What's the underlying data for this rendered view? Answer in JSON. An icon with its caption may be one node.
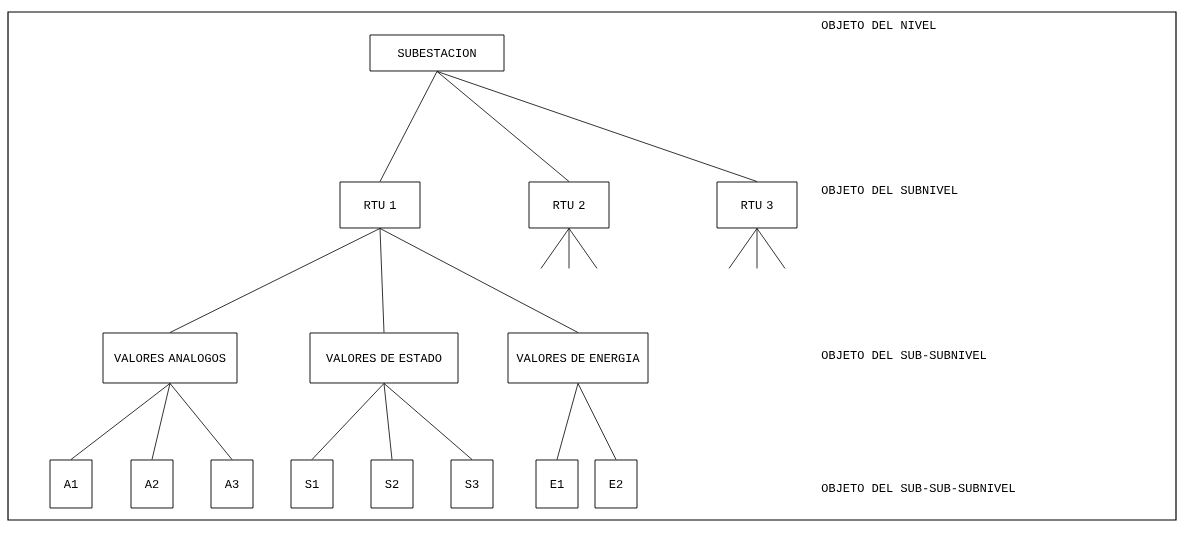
{
  "diagram": {
    "nodes": [
      {
        "text": [
          "SUBESTACION"
        ]
      },
      {
        "text": [
          "RTU 1"
        ]
      },
      {
        "text": [
          "RTU 2"
        ]
      },
      {
        "text": [
          "RTU 3"
        ]
      },
      {
        "text": [
          "VALORES ANALOGOS"
        ]
      },
      {
        "text": [
          "VALORES DE ESTADO"
        ]
      },
      {
        "text": [
          "VALORES DE ENERGIA"
        ]
      },
      {
        "text": [
          "A1"
        ]
      },
      {
        "text": [
          "A2"
        ]
      },
      {
        "text": [
          "A3"
        ]
      },
      {
        "text": [
          "S1"
        ]
      },
      {
        "text": [
          "S2"
        ]
      },
      {
        "text": [
          "S3"
        ]
      },
      {
        "text": [
          "E1"
        ]
      },
      {
        "text": [
          "E2"
        ]
      }
    ],
    "edges": [
      {
        "from": 0,
        "to": 1,
        "arrow": "none"
      },
      {
        "from": 0,
        "to": 2,
        "arrow": "none"
      },
      {
        "from": 0,
        "to": 3,
        "arrow": "none"
      },
      {
        "from": 1,
        "to": 4,
        "arrow": "none"
      },
      {
        "from": 1,
        "to": 5,
        "arrow": "none"
      },
      {
        "from": 1,
        "to": 6,
        "arrow": "none"
      },
      {
        "from": 4,
        "to": 7,
        "arrow": "none"
      },
      {
        "from": 4,
        "to": 8,
        "arrow": "none"
      },
      {
        "from": 4,
        "to": 9,
        "arrow": "none"
      },
      {
        "from": 5,
        "to": 10,
        "arrow": "none"
      },
      {
        "from": 5,
        "to": 11,
        "arrow": "none"
      },
      {
        "from": 5,
        "to": 12,
        "arrow": "none"
      },
      {
        "from": 6,
        "to": 13,
        "arrow": "none"
      },
      {
        "from": 6,
        "to": 14,
        "arrow": "none"
      },
      {
        "from": 2,
        "to": null,
        "arrow": "none"
      },
      {
        "from": 2,
        "to": null,
        "arrow": "none"
      },
      {
        "from": 2,
        "to": null,
        "arrow": "none"
      },
      {
        "from": 3,
        "to": null,
        "arrow": "none"
      },
      {
        "from": 3,
        "to": null,
        "arrow": "none"
      },
      {
        "from": 3,
        "to": null,
        "arrow": "none"
      }
    ],
    "labels": [
      "OBJETO DEL NIVEL",
      "OBJETO DEL SUBNIVEL",
      "OBJETO DEL SUB-SUBNIVEL",
      "OBJETO DEL SUB-SUB-SUBNIVEL"
    ]
  }
}
